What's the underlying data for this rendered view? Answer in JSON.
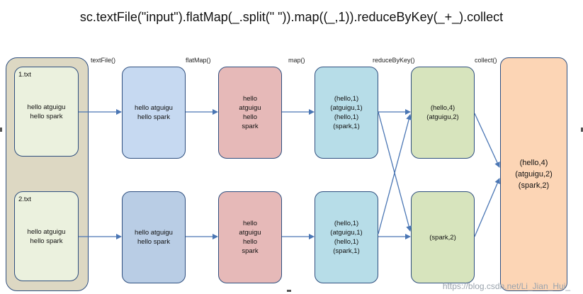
{
  "title": "sc.textFile(\"input\").flatMap(_.split(\" \")).map((_,1)).reduceByKey(_+_).collect",
  "operations": {
    "textfile": "textFile()",
    "flatmap": "flatMap()",
    "map": "map()",
    "reducebykey": "reduceByKey()",
    "collect": "collect()"
  },
  "files": {
    "file1": {
      "name": "1.txt",
      "lines": [
        "hello atguigu",
        "hello spark"
      ]
    },
    "file2": {
      "name": "2.txt",
      "lines": [
        "hello atguigu",
        "hello spark"
      ]
    }
  },
  "textfile_output": {
    "top": [
      "hello atguigu",
      "hello spark"
    ],
    "bottom": [
      "hello atguigu",
      "hello spark"
    ]
  },
  "flatmap_output": {
    "top": [
      "hello",
      "atguigu",
      "hello",
      "spark"
    ],
    "bottom": [
      "hello",
      "atguigu",
      "hello",
      "spark"
    ]
  },
  "map_output": {
    "top": [
      "(hello,1)",
      "(atguigu,1)",
      "(hello,1)",
      "(spark,1)"
    ],
    "bottom": [
      "(hello,1)",
      "(atguigu,1)",
      "(hello,1)",
      "(spark,1)"
    ]
  },
  "reduce_output": {
    "top": [
      "(hello,4)",
      "(atguigu,2)"
    ],
    "bottom": [
      "(spark,2)"
    ]
  },
  "collect_output": [
    "(hello,4)",
    "(atguigu,2)",
    "(spark,2)"
  ],
  "watermark": "https://blog.csdn.net/Li_Jian_Hui_",
  "colors": {
    "container": "#ddd8c3",
    "file_box": "#ebf1de",
    "textfile_top": "#c6d9f1",
    "textfile_bottom": "#b9cde5",
    "flatmap": "#e6b9b8",
    "map": "#b7dde8",
    "reduce": "#d7e4bd",
    "collect": "#fcd5b5",
    "stroke": "#2f4f7f",
    "arrow": "#4a76b4"
  }
}
